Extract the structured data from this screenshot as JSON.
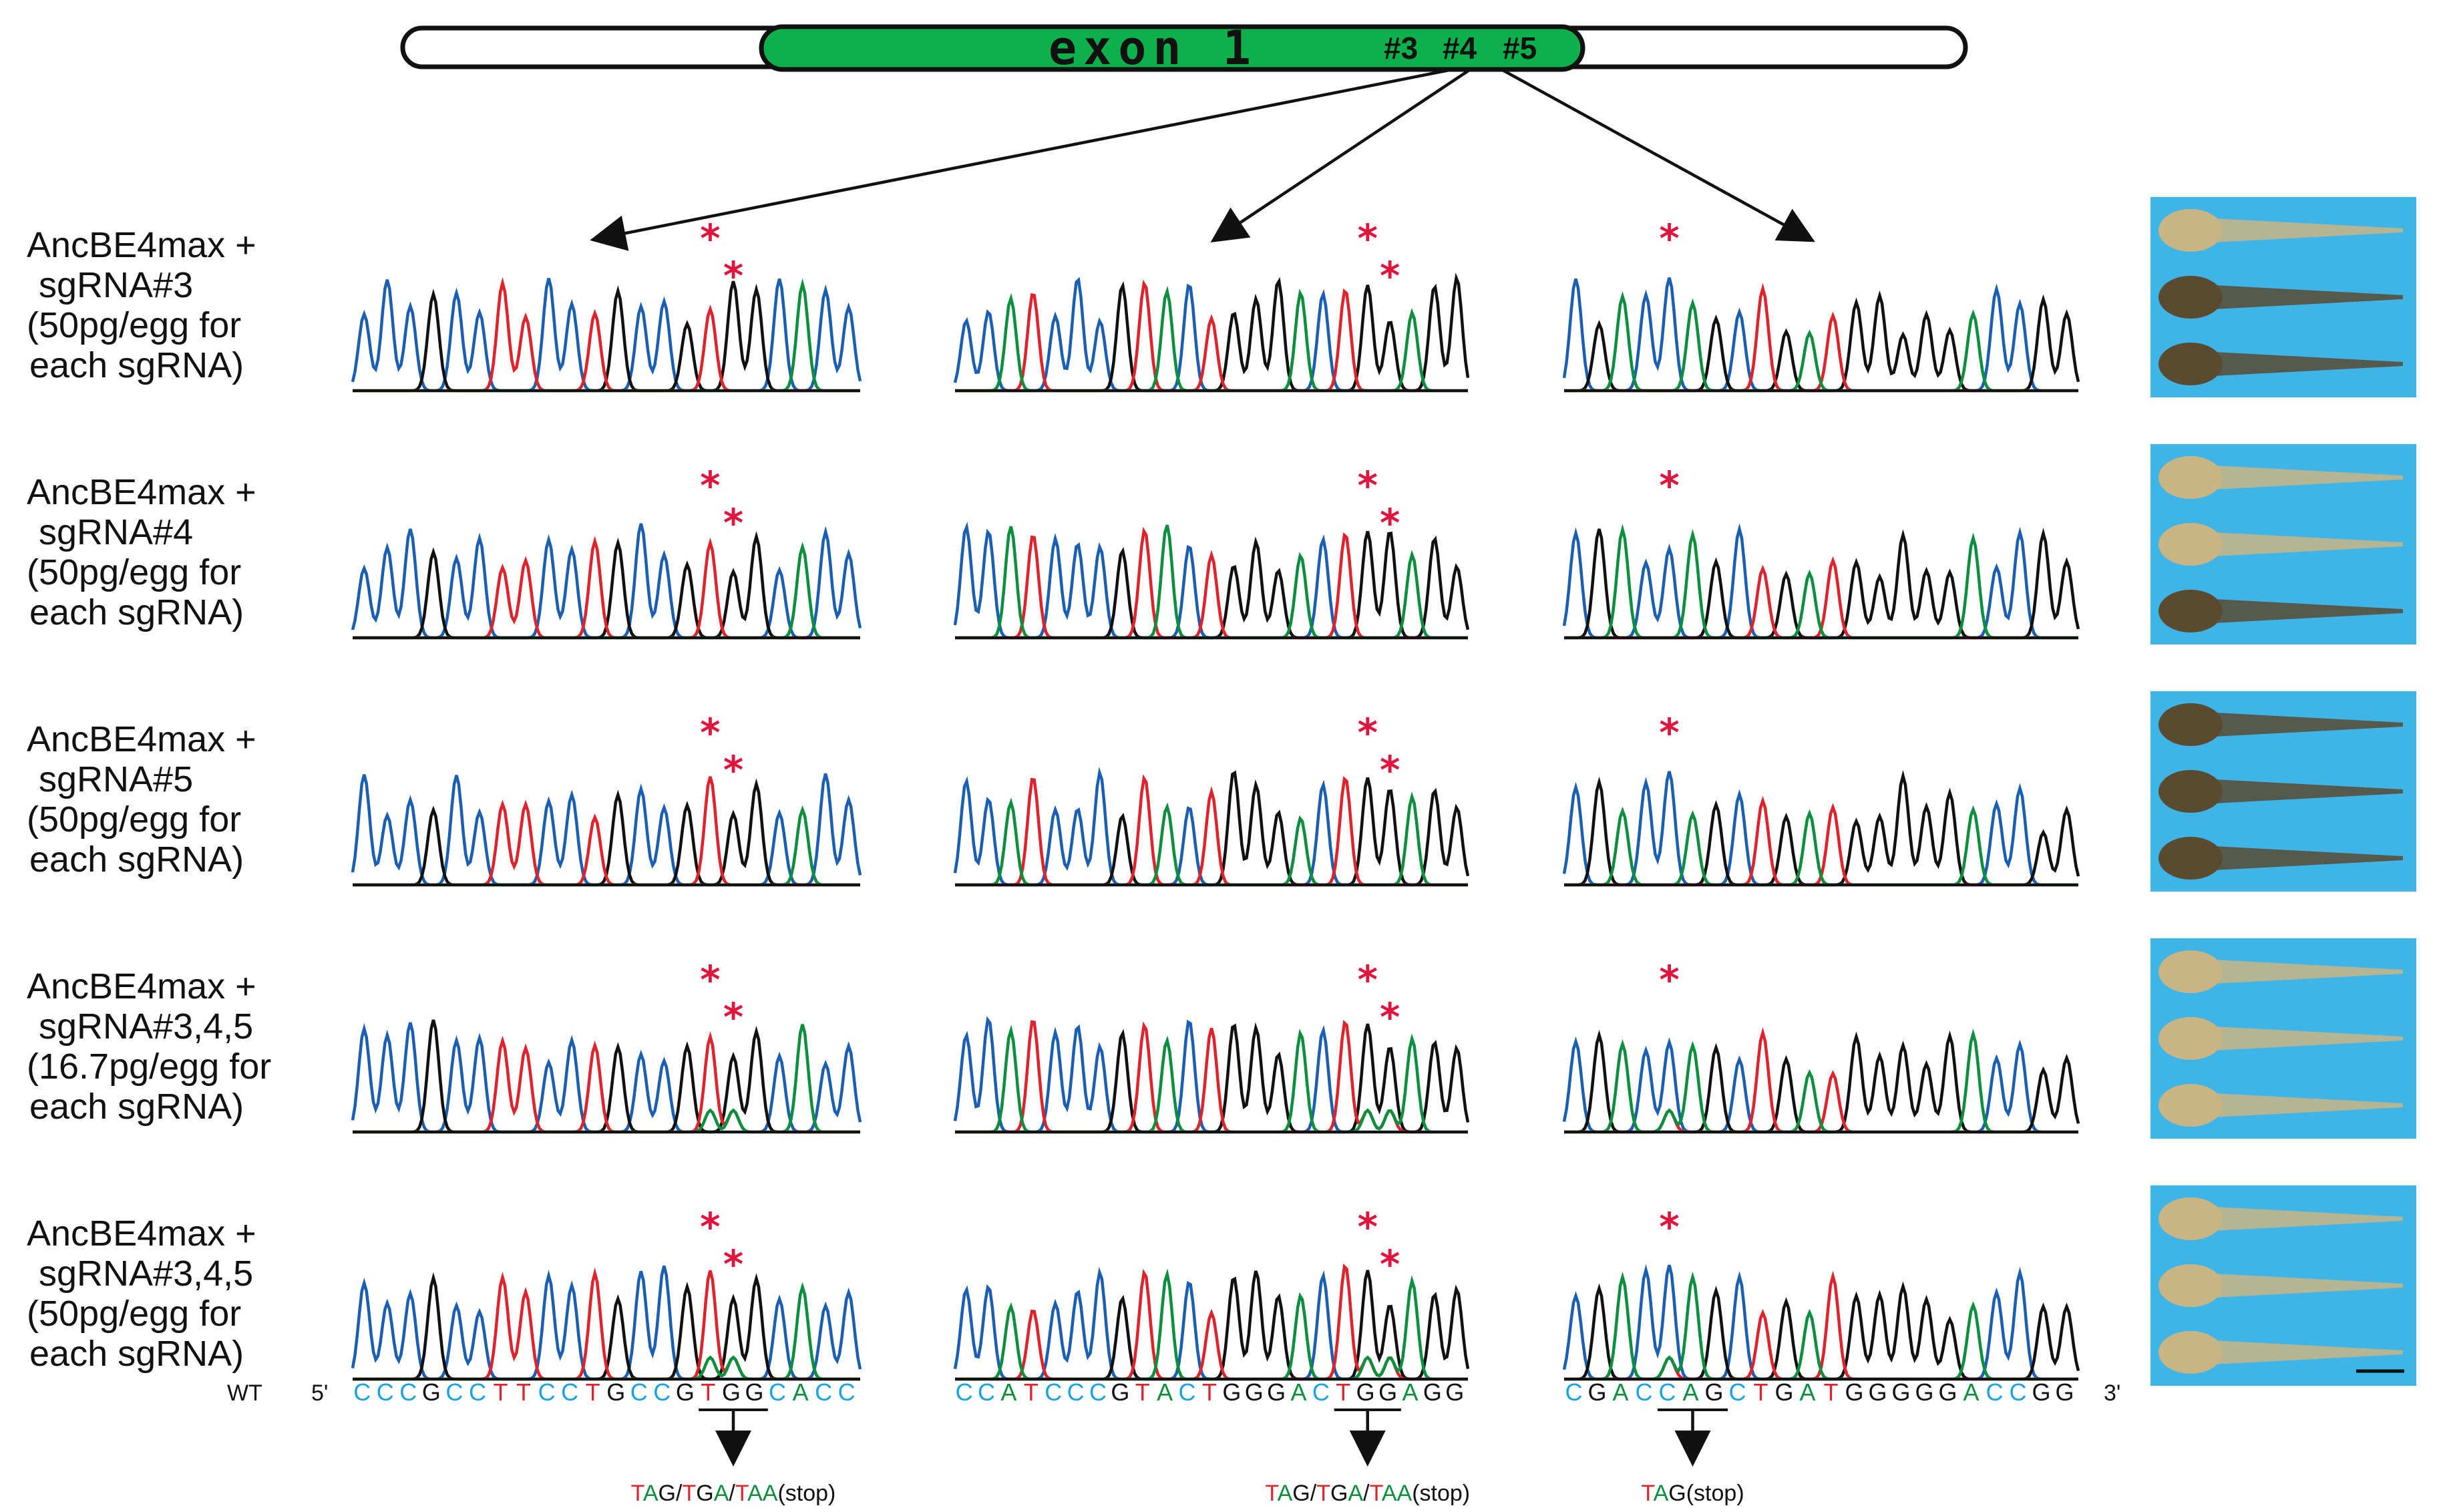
{
  "gene_diagram": {
    "exon_label": "exon 1",
    "site_labels": [
      "#3",
      "#4",
      "#5"
    ],
    "exon_color": "#0db14b"
  },
  "conditions": [
    {
      "lines": [
        "AncBE4max +",
        "sgRNA#3",
        "(50pg/egg for",
        "each sgRNA)"
      ]
    },
    {
      "lines": [
        "AncBE4max +",
        "sgRNA#4",
        "(50pg/egg for",
        "each sgRNA)"
      ]
    },
    {
      "lines": [
        "AncBE4max +",
        "sgRNA#5",
        "(50pg/egg for",
        "each sgRNA)"
      ]
    },
    {
      "lines": [
        "AncBE4max +",
        "sgRNA#3,4,5",
        "(16.7pg/egg for",
        "each sgRNA)"
      ]
    },
    {
      "lines": [
        "AncBE4max +",
        "sgRNA#3,4,5",
        "(50pg/egg for",
        "each sgRNA)"
      ]
    }
  ],
  "base_colors": {
    "A": "#0a8f3c",
    "C": "#1a5fb4",
    "G": "#111111",
    "T": "#e0222b"
  },
  "seq_text_colors": {
    "A": "#0a8f3c",
    "C": "#1aa3e0",
    "G": "#111111",
    "T": "#e0222b"
  },
  "mark_color": "#e0143c",
  "wt_label": "WT",
  "five_prime": "5'",
  "three_prime": "3'",
  "sequences": [
    {
      "seq": "CCCGCCTTCCTGCCGTGG CACC",
      "underline": "TGG",
      "stop_parts": [
        [
          "T",
          "T"
        ],
        [
          "A",
          "A"
        ],
        [
          "G",
          "G"
        ],
        [
          "/",
          "k"
        ],
        [
          "T",
          "T"
        ],
        [
          "G",
          "G"
        ],
        [
          "A",
          "A"
        ],
        [
          "/",
          "k"
        ],
        [
          "T",
          "T"
        ],
        [
          "A",
          "A"
        ],
        [
          "A",
          "A"
        ],
        [
          "(stop)",
          "k"
        ]
      ],
      "mark_idx": [
        15,
        16
      ]
    },
    {
      "seq": "CCATCCCGTACTGGGACTGGAGG",
      "underline": "TGG",
      "stop_parts": [
        [
          "T",
          "T"
        ],
        [
          "A",
          "A"
        ],
        [
          "G",
          "G"
        ],
        [
          "/",
          "k"
        ],
        [
          "T",
          "T"
        ],
        [
          "G",
          "G"
        ],
        [
          "A",
          "A"
        ],
        [
          "/",
          "k"
        ],
        [
          "T",
          "T"
        ],
        [
          "A",
          "A"
        ],
        [
          "A",
          "A"
        ],
        [
          "(stop)",
          "k"
        ]
      ],
      "mark_idx": [
        18,
        19
      ]
    },
    {
      "seq": "CGACCAGCTGATGGGGGACCGG",
      "underline": "CAG",
      "stop_parts": [
        [
          "T",
          "T"
        ],
        [
          "A",
          "A"
        ],
        [
          "G",
          "G"
        ],
        [
          "(stop)",
          "k"
        ]
      ],
      "mark_idx": [
        4
      ]
    }
  ],
  "embryo_photo": {
    "background": "#3fb4e6",
    "count_per_row": 3
  }
}
